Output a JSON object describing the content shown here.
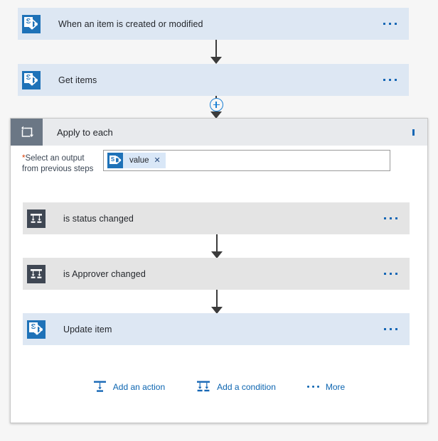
{
  "flow": {
    "trigger": {
      "title": "When an item is created or modified",
      "icon": "sharepoint-icon",
      "menu": "ellipsis-menu",
      "style": "blue"
    },
    "steps": [
      {
        "title": "Get items",
        "icon": "sharepoint-icon",
        "menu": "ellipsis-menu",
        "style": "blue"
      }
    ],
    "insert_button": {
      "label": "+",
      "name": "add-step-plus-button"
    },
    "loop": {
      "title": "Apply to each",
      "icon": "loop-icon",
      "menu": "ellipsis-menu",
      "field": {
        "required_marker": "*",
        "label_line1": "Select an output",
        "label_line2": "from previous steps",
        "token": {
          "text": "value",
          "remove": "✕",
          "icon": "sharepoint-icon"
        }
      },
      "actions": [
        {
          "title": "is status changed",
          "icon": "condition-icon",
          "menu": "ellipsis-menu",
          "style": "gray"
        },
        {
          "title": "is Approver changed",
          "icon": "condition-icon",
          "menu": "ellipsis-menu",
          "style": "gray"
        },
        {
          "title": "Update item",
          "icon": "sharepoint-icon",
          "menu": "ellipsis-menu",
          "style": "blue"
        }
      ],
      "action_bar": [
        {
          "label": "Add an action",
          "icon": "add-action-icon"
        },
        {
          "label": "Add a condition",
          "icon": "add-condition-icon"
        },
        {
          "label": "More",
          "icon": "more-ellipsis-icon"
        }
      ]
    }
  },
  "colors": {
    "card_blue": "#dde7f3",
    "card_gray": "#e4e4e4",
    "sharepoint_blue": "#1e72b8",
    "link_blue": "#0b64b0",
    "loop_header": "#e8eaed",
    "loop_icon_block": "#6b7785",
    "condition_icon_block": "#3f4753",
    "required_star": "#d83b01",
    "canvas": "#f6f6f6"
  }
}
